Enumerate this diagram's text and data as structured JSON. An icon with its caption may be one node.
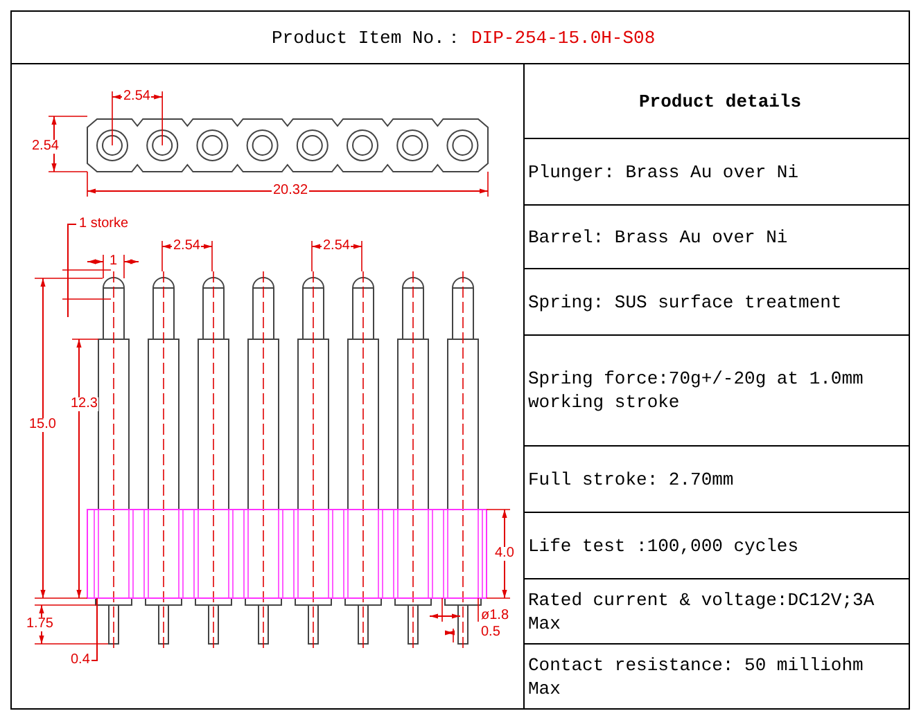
{
  "diagram": {
    "labels": [
      "Product Item No.：",
      "DIP-254-15.0H-S08",
      "2.54",
      "2.54",
      "20.32",
      "1 storke",
      "1",
      "2.54",
      "2.54",
      "15.0",
      "12.3",
      "4.0",
      "1.75",
      "ø1.8",
      "0.5",
      "0.4",
      "Product details",
      "Plunger: Brass Au over Ni",
      "Barrel: Brass Au over Ni",
      "Spring: SUS surface treatment",
      "Spring force:70g+/-20g at 1.0mm working stroke",
      "Full stroke: 2.70mm",
      "Life test :100,000 cycles",
      "Rated current & voltage:DC12V;3A Max",
      "Contact resistance: 50 milliohm Max"
    ]
  }
}
